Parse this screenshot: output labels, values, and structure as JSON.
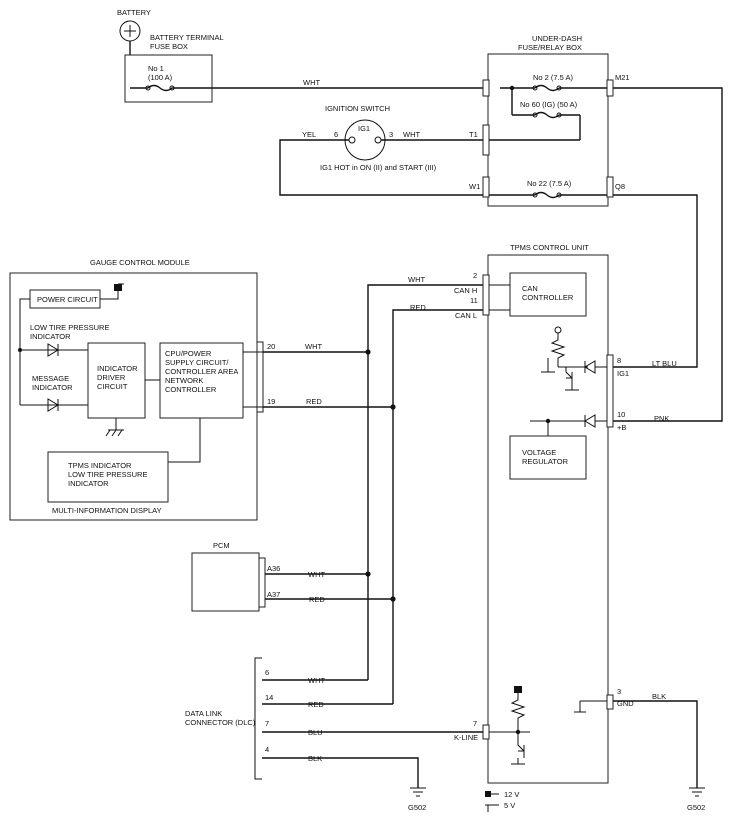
{
  "battery": {
    "label": "BATTERY"
  },
  "battery_fuse_box": {
    "title": [
      "BATTERY TERMINAL",
      "FUSE BOX"
    ],
    "fuse": [
      "No 1",
      "(100 A)"
    ]
  },
  "underdash_box": {
    "title": [
      "UNDER-DASH",
      "FUSE/RELAY BOX"
    ],
    "fuses": [
      "No  2 (7.5 A)",
      "No  60 (IG) (50 A)",
      "No  22 (7.5 A)"
    ],
    "terminals": [
      "M21",
      "T1",
      "W1",
      "Q8"
    ]
  },
  "ignition_switch": {
    "title": "IGNITION SWITCH",
    "label": "IG1",
    "pins": [
      "6",
      "3"
    ],
    "note": "IG1 HOT in ON (II) and START (III)"
  },
  "gauge_module": {
    "title": "GAUGE CONTROL MODULE",
    "power_circuit": "POWER CIRCUIT",
    "low_tire_indicator": [
      "LOW TIRE PRESSURE",
      "INDICATOR"
    ],
    "message_indicator": [
      "MESSAGE",
      "INDICATOR"
    ],
    "driver_circuit": [
      "INDICATOR",
      "DRIVER",
      "CIRCUIT"
    ],
    "cpu_block": [
      "CPU/POWER",
      "SUPPLY CIRCUIT/",
      "CONTROLLER AREA",
      "NETWORK",
      "CONTROLLER"
    ],
    "tpms_indicator": [
      "TPMS INDICATOR",
      "LOW TIRE PRESSURE",
      "INDICATOR"
    ],
    "display_label": "MULTI-INFORMATION DISPLAY",
    "pins": [
      "20",
      "19"
    ]
  },
  "tpms_unit": {
    "title": "TPMS CONTROL UNIT",
    "can_controller": [
      "CAN",
      "CONTROLLER"
    ],
    "voltage_regulator": [
      "VOLTAGE",
      "REGULATOR"
    ],
    "pins": [
      "2",
      "11",
      "8",
      "10",
      "3",
      "7"
    ],
    "pin_labels": [
      "CAN H",
      "CAN L",
      "IG1",
      "+B",
      "GND",
      "K-LINE"
    ]
  },
  "pcm": {
    "title": "PCM",
    "pins": [
      "A36",
      "A37"
    ]
  },
  "dlc": {
    "title": [
      "DATA LINK",
      "CONNECTOR (DLC)"
    ],
    "pins": [
      "6",
      "14",
      "7",
      "4"
    ]
  },
  "wires": {
    "wht": "WHT",
    "yel": "YEL",
    "red": "RED",
    "ltblu": "LT BLU",
    "pnk": "PNK",
    "blk": "BLK",
    "blu": "BLU"
  },
  "grounds": [
    "G502",
    "G502"
  ],
  "legend": {
    "v12": "12 V",
    "v5": "5 V"
  }
}
